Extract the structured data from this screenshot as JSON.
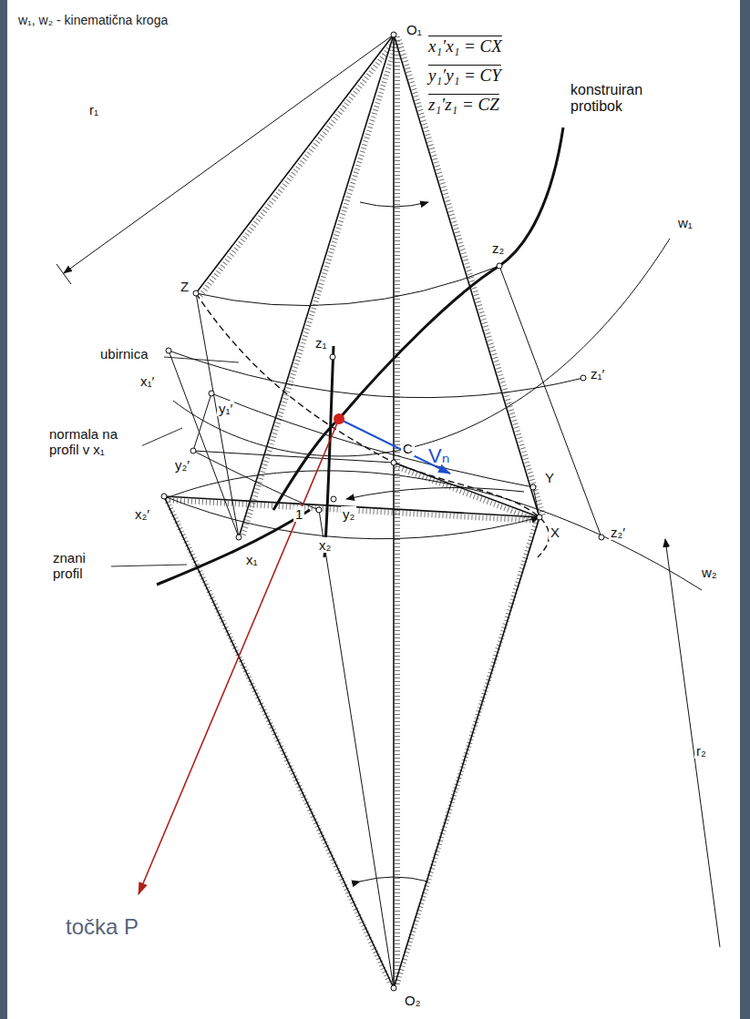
{
  "diagram": {
    "labels": [
      "w₁, w₂ - kinematična kroga",
      "x₁′x₁ = CX",
      "y₁′y₁ = CY",
      "z₁′z₁ = CZ",
      "O₁",
      "r₁",
      "konstruiran protibok",
      "z₂",
      "w₁",
      "Z",
      "ubirnica",
      "z₁",
      "z₁′",
      "x₁′",
      "y₁′",
      "normala na profil v x₁",
      "y₂′",
      "C",
      "Vₙ",
      "Y",
      "x₂′",
      "y₂",
      "1",
      "z₂′",
      "x₂",
      "znani profil",
      "x₁",
      "X",
      "w₂",
      "r₂",
      "O₂",
      "točka P"
    ]
  }
}
